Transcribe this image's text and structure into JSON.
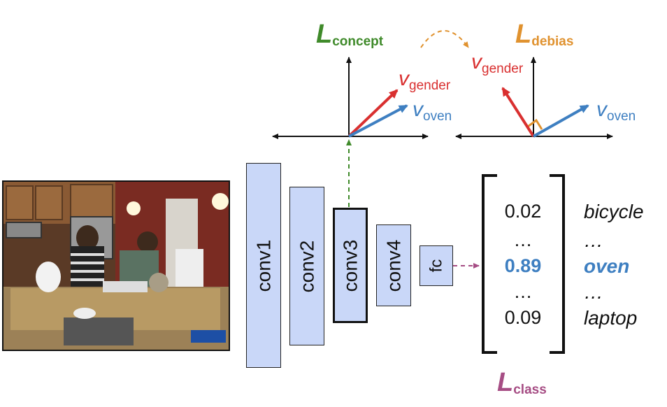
{
  "layers": [
    "conv1",
    "conv2",
    "conv3",
    "conv4",
    "fc"
  ],
  "scores": {
    "values": [
      "0.02",
      "…",
      "0.89",
      "…",
      "0.09"
    ],
    "labels": [
      "bicycle",
      "…",
      "oven",
      "…",
      "laptop"
    ]
  },
  "losses": {
    "concept": {
      "symbol": "L",
      "sub": "concept"
    },
    "debias": {
      "symbol": "L",
      "sub": "debias"
    },
    "class": {
      "symbol": "L",
      "sub": "class"
    }
  },
  "vectors": {
    "gender": {
      "symbol": "v",
      "sub": "gender"
    },
    "oven": {
      "symbol": "v",
      "sub": "oven"
    }
  },
  "colors": {
    "concept": "#3f8a2a",
    "debias": "#e0922f",
    "class": "#a64d84",
    "gender": "#d93030",
    "oven": "#3e7fc1",
    "layer_fill": "#c9d7f8"
  }
}
